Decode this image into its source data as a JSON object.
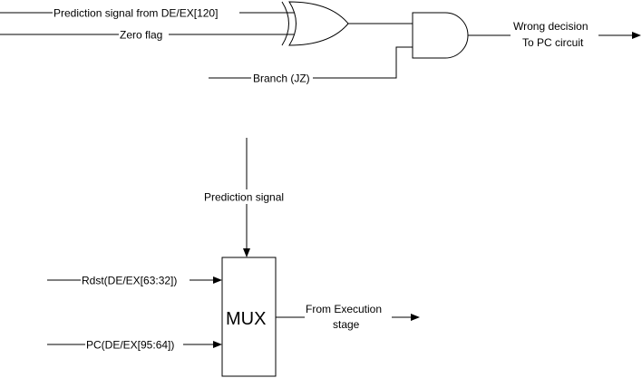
{
  "top_circuit": {
    "inputs": {
      "prediction_signal": "Prediction signal from DE/EX[120]",
      "zero_flag": "Zero flag",
      "branch": "Branch (JZ)"
    },
    "output": {
      "line1": "Wrong decision",
      "line2": "To PC circuit"
    }
  },
  "mux_circuit": {
    "select": "Prediction signal",
    "block_label": "MUX",
    "inputs": {
      "rdst": "Rdst(DE/EX[63:32])",
      "pc": "PC(DE/EX[95:64])"
    },
    "output": {
      "line1": "From Execution",
      "line2": "stage"
    }
  }
}
